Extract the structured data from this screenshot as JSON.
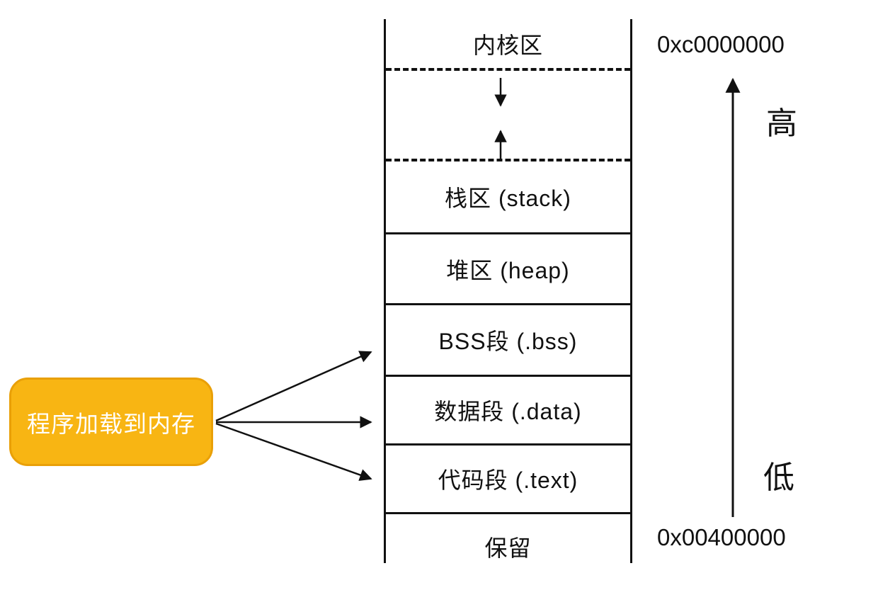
{
  "memory_map": {
    "kernel_label": "内核区",
    "sections": [
      {
        "name": "stack",
        "label": "栈区 (stack)"
      },
      {
        "name": "heap",
        "label": "堆区 (heap)"
      },
      {
        "name": "bss",
        "label": "BSS段 (.bss)"
      },
      {
        "name": "data",
        "label": "数据段 (.data)"
      },
      {
        "name": "text",
        "label": "代码段 (.text)"
      },
      {
        "name": "reserved",
        "label": "保留"
      }
    ],
    "growth_arrows": {
      "stack_direction": "down",
      "heap_direction": "up"
    }
  },
  "address_axis": {
    "top_address": "0xc0000000",
    "bottom_address": "0x00400000",
    "high_label": "高",
    "low_label": "低"
  },
  "loader_box": {
    "label": "程序加载到内存",
    "fill_color": "#f8b513",
    "border_color": "#e9a008",
    "text_color": "#ffffff",
    "targets": [
      "bss",
      "data",
      "text"
    ]
  },
  "colors": {
    "line_color": "#111111",
    "background": "#ffffff"
  }
}
